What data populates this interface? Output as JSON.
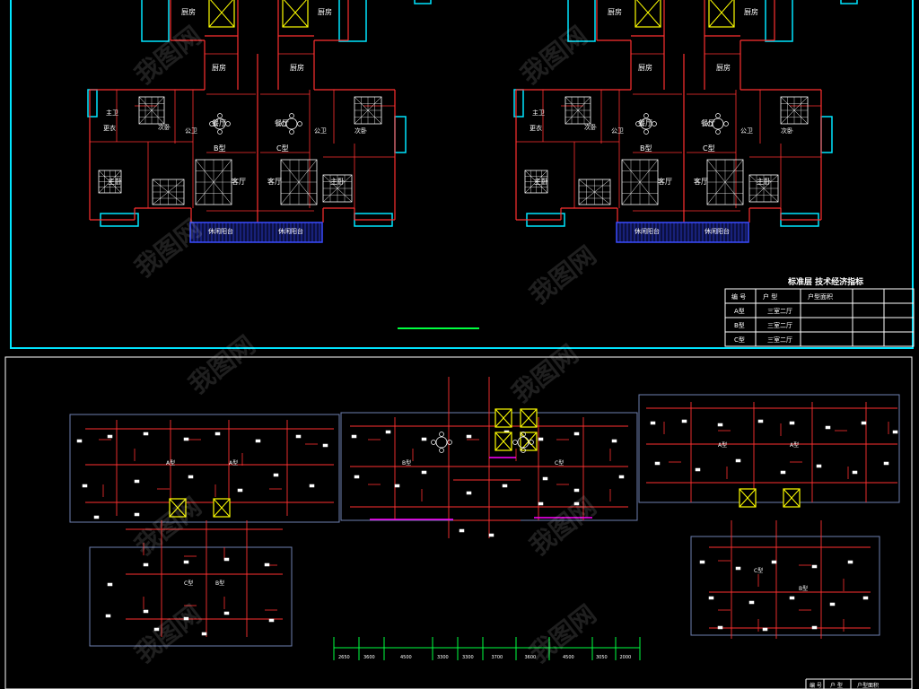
{
  "colors": {
    "background": "#000000",
    "frame": "#00e5ff",
    "wall": "#ff3030",
    "text": "#ffffff",
    "balcony": "#3a4cff",
    "dim": "#00ff40",
    "magenta": "#ff00ff",
    "yellow": "#ffff00",
    "furniture": "#ffffff"
  },
  "plan_top_left": {
    "rooms": {
      "kitchen1": "厨房",
      "kitchen2": "厨房",
      "kitchen3": "厨房",
      "kitchen4": "厨房",
      "dining1": "餐厅",
      "dining2": "餐厅",
      "bath1": "公卫",
      "bath2": "公卫",
      "bath3": "主卫",
      "bed2a": "次卧",
      "bed2b": "次卧",
      "closet": "更衣",
      "type_b": "B型",
      "type_c": "C型",
      "master_l": "主卧",
      "master_r": "主卧",
      "living1": "客厅",
      "living2": "客厅",
      "balcony1": "休闲阳台",
      "balcony2": "休闲阳台"
    }
  },
  "plan_top_right": {
    "rooms": {
      "kitchen1": "厨房",
      "kitchen2": "厨房",
      "kitchen3": "厨房",
      "kitchen4": "厨房",
      "dining1": "餐厅",
      "dining2": "餐厅",
      "bath1": "公卫",
      "bath2": "公卫",
      "bath3": "主卫",
      "bed2a": "次卧",
      "bed2b": "次卧",
      "closet": "更衣",
      "type_b": "B型",
      "type_c": "C型",
      "master_l": "主卧",
      "master_r": "主卧",
      "living1": "客厅",
      "living2": "客厅",
      "balcony1": "休闲阳台",
      "balcony2": "休闲阳台"
    }
  },
  "table": {
    "title": "标准层  技术经济指标",
    "headers": [
      "编 号",
      "户 型",
      "户型面积"
    ],
    "rows": [
      [
        "A型",
        "三室二厅"
      ],
      [
        "B型",
        "三室二厅"
      ],
      [
        "C型",
        "三室二厅"
      ]
    ]
  },
  "bottom_plan": {
    "labels": [
      "A型",
      "A型",
      "B型",
      "C型",
      "B型",
      "C型",
      "A型",
      "A型",
      "C型",
      "B型"
    ],
    "dimensions": [
      "2650",
      "3600",
      "4500",
      "3300",
      "3300",
      "3700",
      "3600",
      "4500",
      "3050",
      "2000"
    ]
  },
  "bottom_table": {
    "headers": [
      "编 号",
      "户 型",
      "户型面积"
    ]
  },
  "watermark": "我图网"
}
